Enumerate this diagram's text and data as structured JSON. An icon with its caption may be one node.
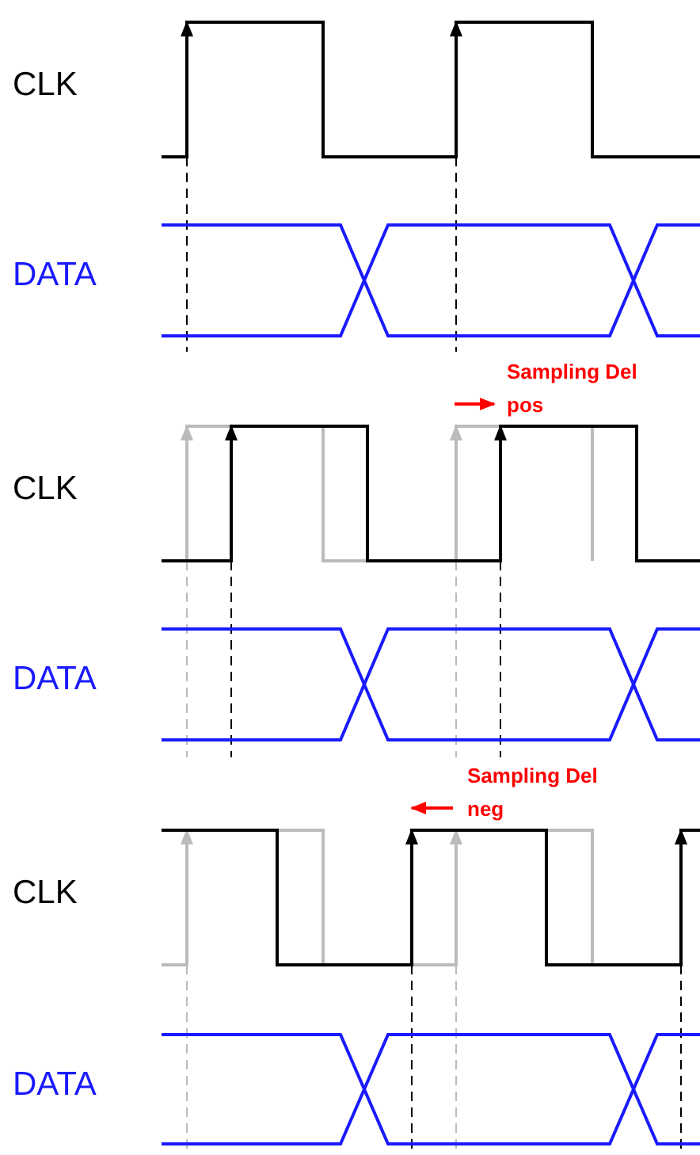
{
  "diagram": {
    "labels": [
      "CLK",
      "DATA",
      "Sampling Del pos",
      "CLK",
      "DATA",
      "Sampling Del neg",
      "CLK",
      "DATA"
    ]
  }
}
